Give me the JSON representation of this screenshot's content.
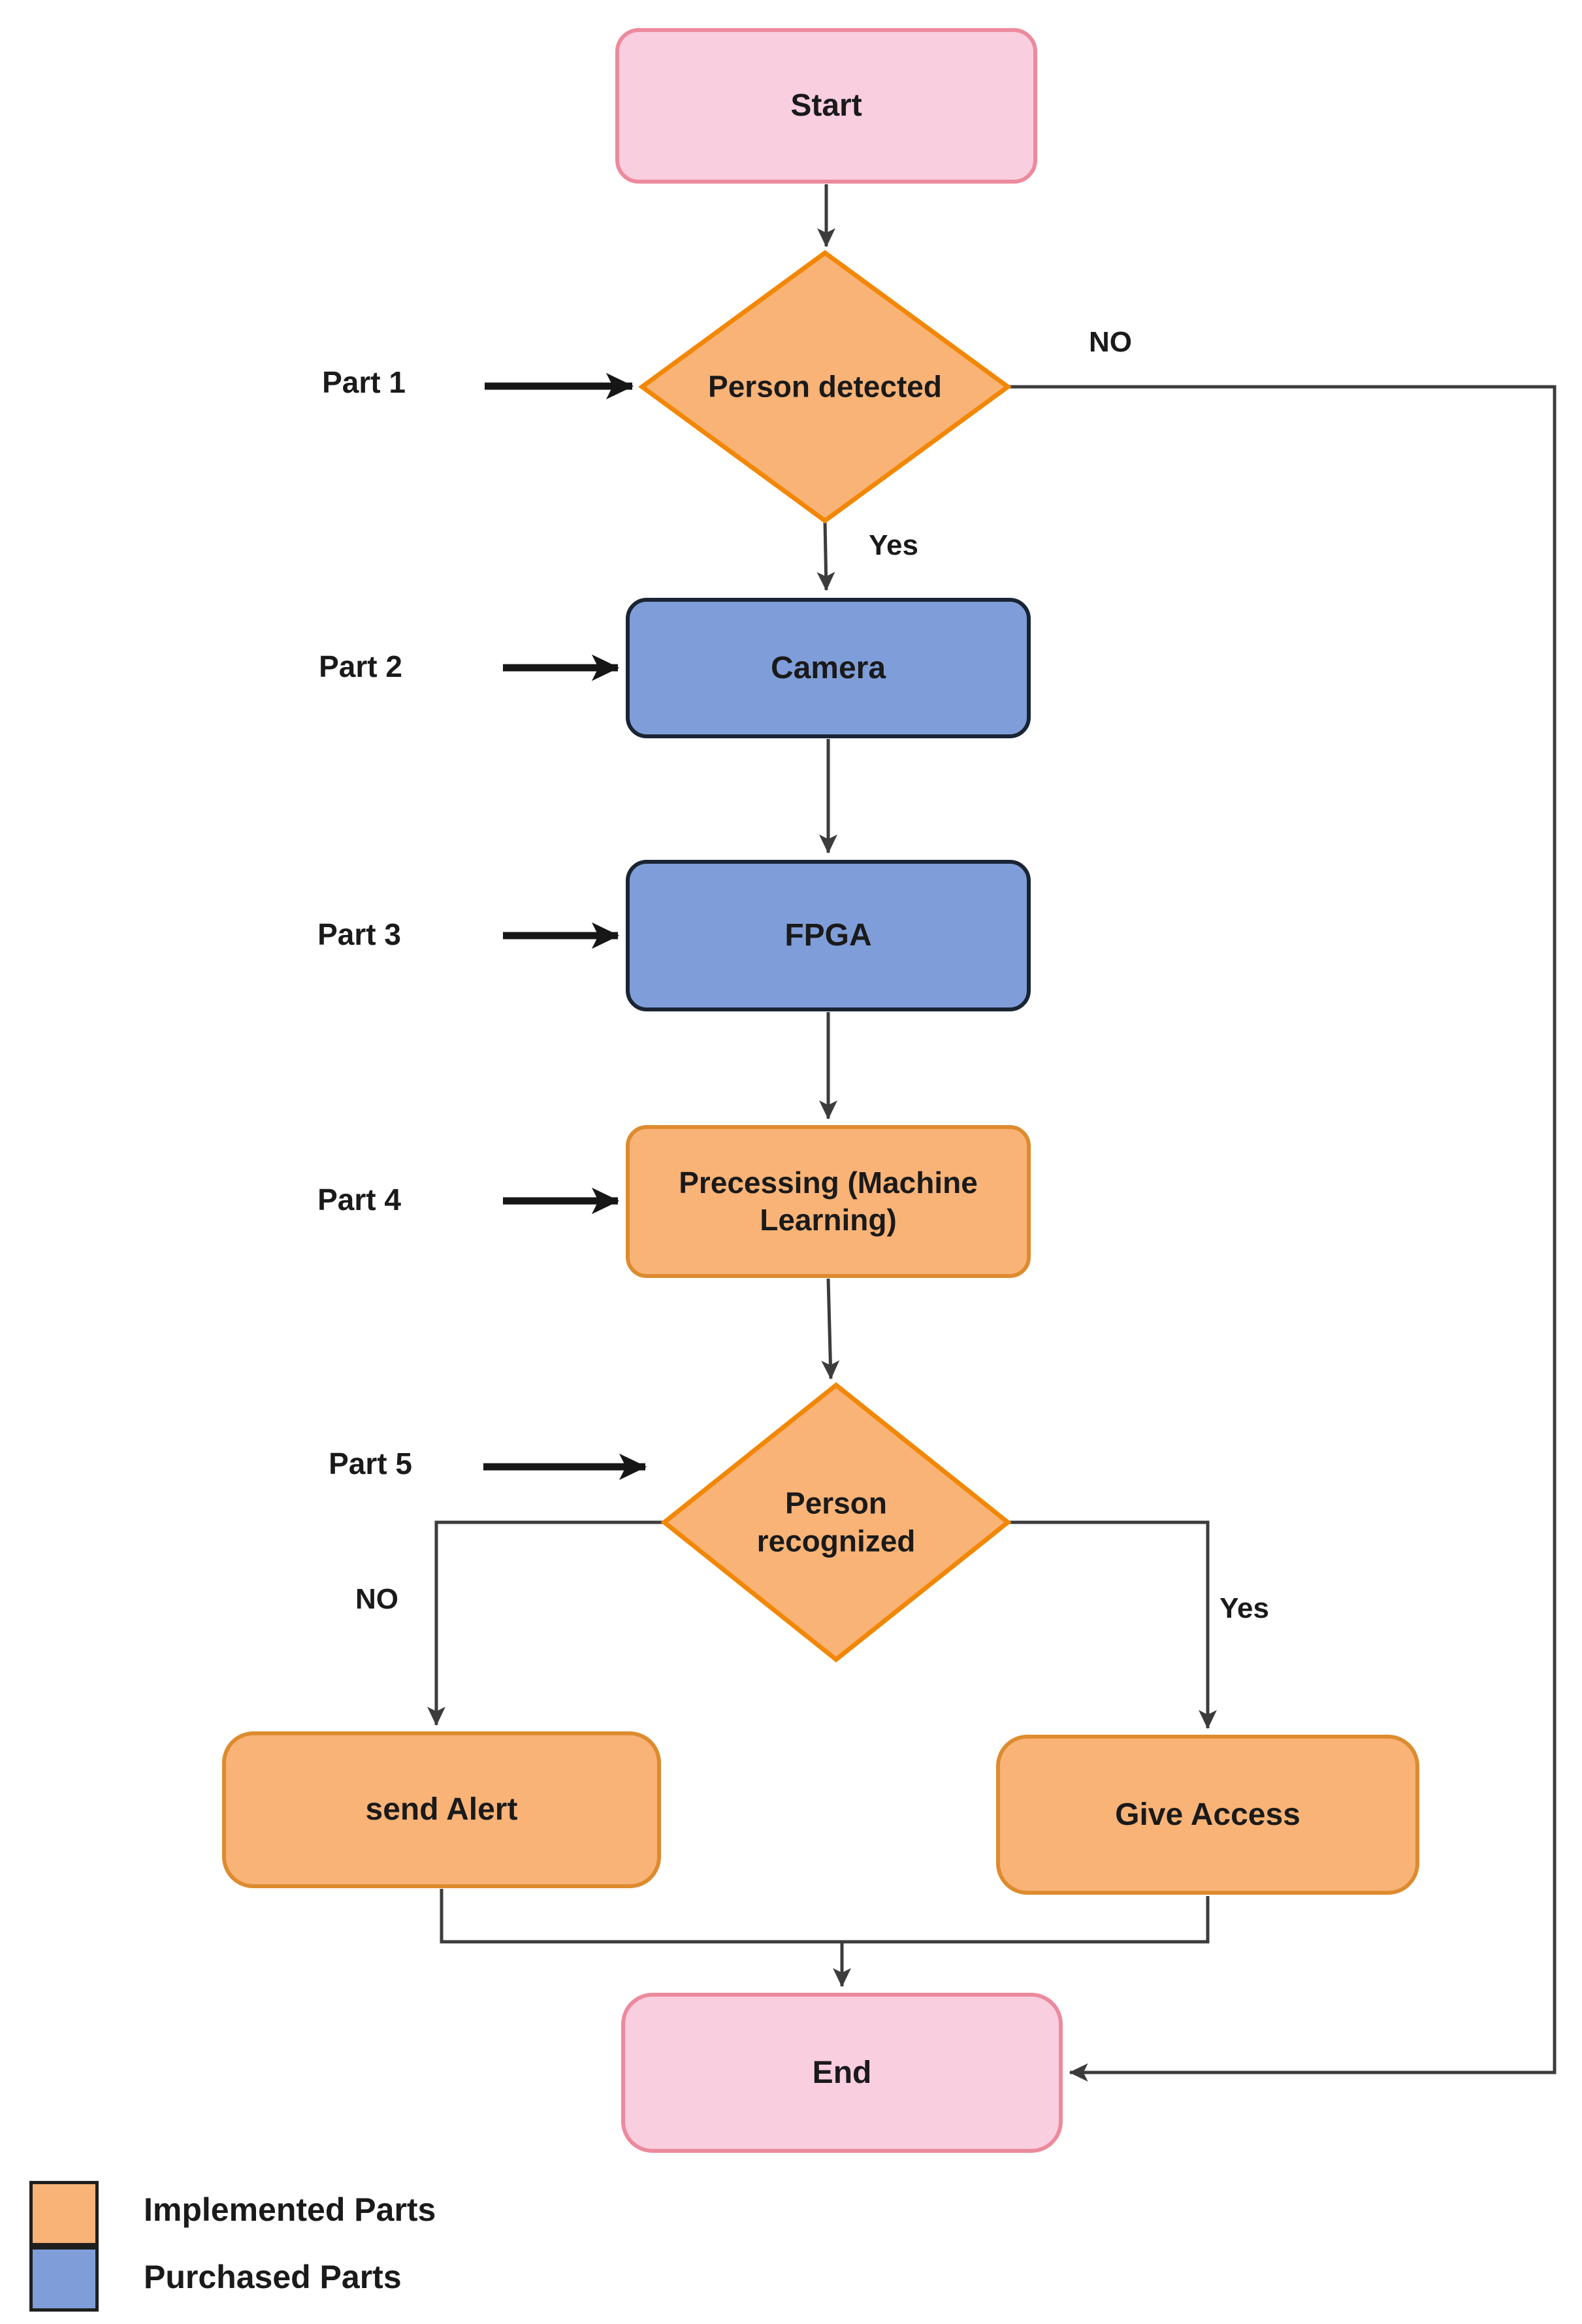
{
  "diagram": {
    "nodes": {
      "start": {
        "label": "Start"
      },
      "person_detected": {
        "label": "Person detected"
      },
      "camera": {
        "label": "Camera"
      },
      "fpga": {
        "label": "FPGA"
      },
      "processing": {
        "label": "Precessing (Machine Learning)"
      },
      "person_recognized": {
        "label": "Person recognized"
      },
      "send_alert": {
        "label": "send Alert"
      },
      "give_access": {
        "label": "Give Access"
      },
      "end": {
        "label": "End"
      }
    },
    "part_labels": {
      "part1": "Part 1",
      "part2": "Part 2",
      "part3": "Part 3",
      "part4": "Part 4",
      "part5": "Part 5"
    },
    "edge_labels": {
      "detected_no": "NO",
      "detected_yes": "Yes",
      "recognized_no": "NO",
      "recognized_yes": "Yes"
    },
    "legend": {
      "implemented": "Implemented Parts",
      "purchased": "Purchased Parts"
    }
  },
  "colors": {
    "orange_fill": "#F9B377",
    "orange_border": "#DD8B2F",
    "diamond_border": "#F28705",
    "blue_fill": "#7F9ED9",
    "blue_border": "#1A2433",
    "pink_fill": "#F9CEDF",
    "pink_border": "#EC8A9D",
    "line": "#3C3C3C",
    "thick": "#161616",
    "text": "#1A1A1A"
  }
}
